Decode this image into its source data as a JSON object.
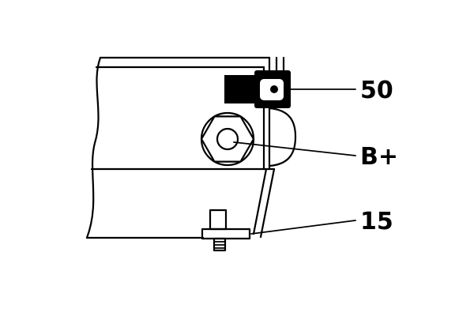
{
  "diagram": {
    "background_color": "#ffffff",
    "line_color": "#000000",
    "callouts": [
      {
        "id": "terminal-50",
        "label": "50"
      },
      {
        "id": "terminal-bplus",
        "label": "B+"
      },
      {
        "id": "terminal-15",
        "label": "15"
      }
    ]
  }
}
